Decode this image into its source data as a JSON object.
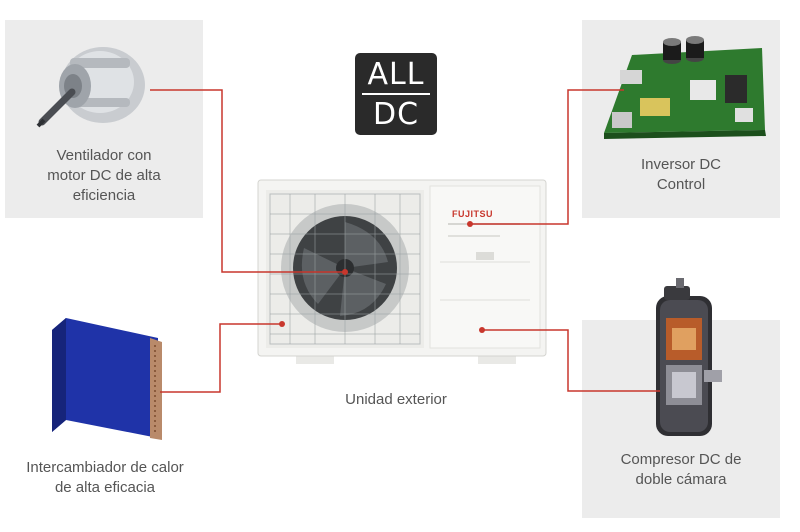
{
  "badge": {
    "line1": "ALL",
    "line2": "DC"
  },
  "components": {
    "fan": {
      "label_lines": [
        "Ventilador con",
        "motor DC de alta",
        "eficiencia"
      ]
    },
    "inverter": {
      "label_lines": [
        "Inversor DC",
        "Control"
      ]
    },
    "heat_exchanger": {
      "label_lines": [
        "Intercambiador de calor",
        "de alta eficacia"
      ]
    },
    "compressor": {
      "label_lines": [
        "Compresor DC de",
        "doble cámara"
      ]
    },
    "outdoor_unit": {
      "label": "Unidad exterior",
      "brand": "FUJITSU"
    }
  },
  "colors": {
    "connector": "#c8372d",
    "panel": "#ececec",
    "unit_body": "#f4f4f2",
    "text": "#555555"
  }
}
